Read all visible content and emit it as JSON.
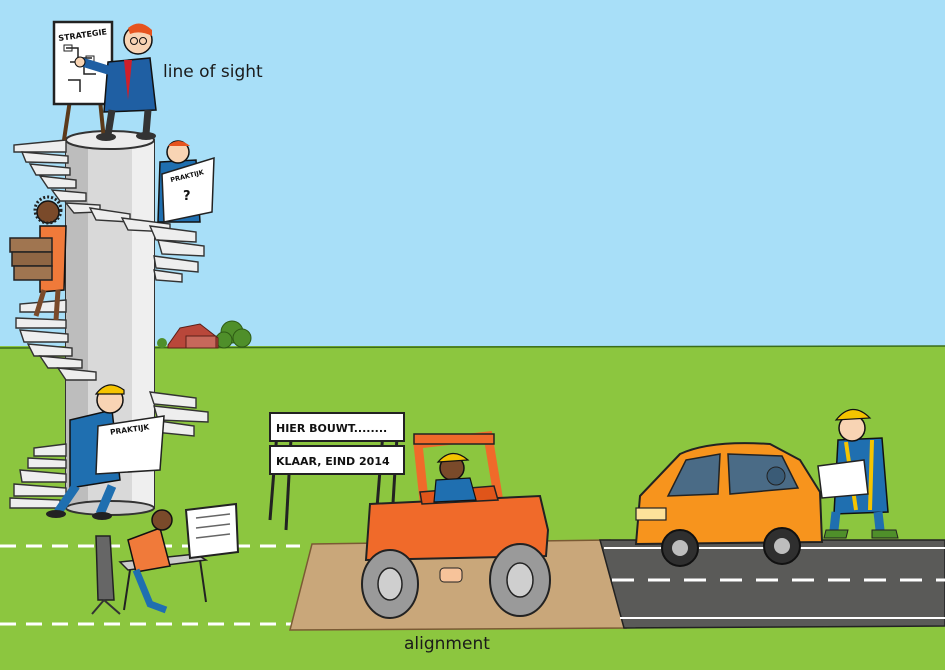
{
  "captions": {
    "top": "line of sight",
    "bottom": "alignment"
  },
  "board": {
    "title": "STRATEGIE"
  },
  "sheets": {
    "praktijk_small": "PRAKTIJK",
    "question_mark": "?",
    "praktijk_large": "PRAKTIJK"
  },
  "signs": {
    "line1": "HIER BOUWT........",
    "line2": "KLAAR, EIND 2014"
  },
  "colors": {
    "sky": "#a8dff8",
    "grass": "#8cc63f",
    "tower": "#d6d6d6",
    "roller": "#f06a2a",
    "car": "#f7941d",
    "asphalt": "#5a5a58",
    "dirt": "#c9a77a",
    "worker_blue": "#1f6fb0",
    "helmet": "#f5c400"
  }
}
